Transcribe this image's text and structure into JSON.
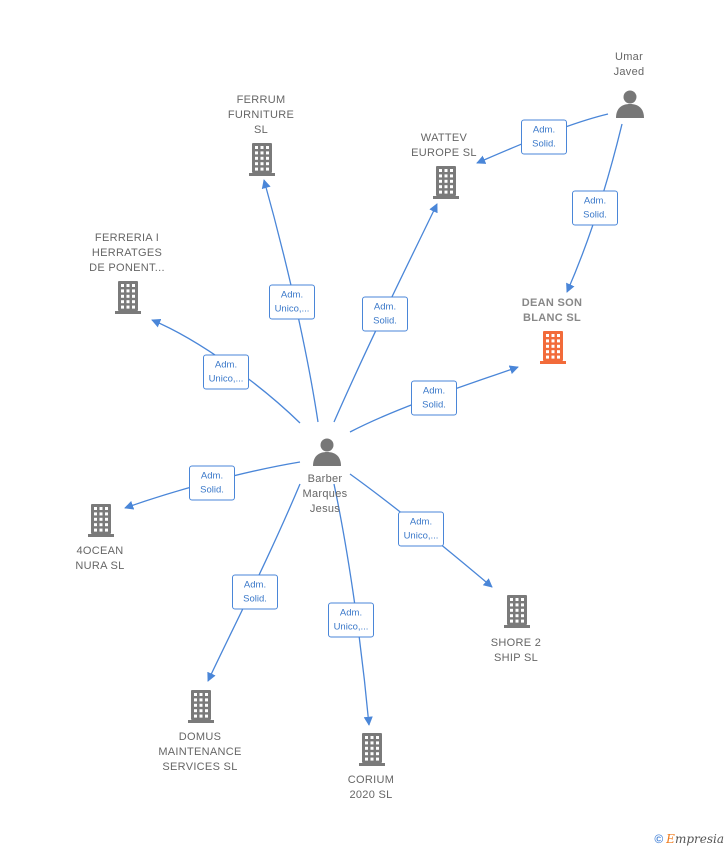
{
  "colors": {
    "edge": "#4a86d8",
    "building": "#7a7a7a",
    "building_highlight": "#f26b3a",
    "person": "#777777"
  },
  "nodes": [
    {
      "id": "barber",
      "type": "person",
      "label": "Barber\nMarques\nJesus",
      "icon": "person-icon"
    },
    {
      "id": "umar",
      "type": "person",
      "label": "Umar\nJaved",
      "icon": "person-icon"
    },
    {
      "id": "ferrum",
      "type": "company",
      "label": "FERRUM\nFURNITURE\nSL",
      "icon": "building-icon"
    },
    {
      "id": "wattev",
      "type": "company",
      "label": "WATTEV\nEUROPE  SL",
      "icon": "building-icon"
    },
    {
      "id": "ferreria",
      "type": "company",
      "label": "FERRERIA I\nHERRATGES\nDE PONENT...",
      "icon": "building-icon"
    },
    {
      "id": "dean",
      "type": "company",
      "label": "DEAN SON\nBLANC  SL",
      "icon": "building-icon",
      "highlight": true
    },
    {
      "id": "4ocean",
      "type": "company",
      "label": "4OCEAN\nNURA SL",
      "icon": "building-icon"
    },
    {
      "id": "shore",
      "type": "company",
      "label": "SHORE 2\nSHIP  SL",
      "icon": "building-icon"
    },
    {
      "id": "domus",
      "type": "company",
      "label": "DOMUS\nMAINTENANCE\nSERVICES  SL",
      "icon": "building-icon"
    },
    {
      "id": "corium",
      "type": "company",
      "label": "CORIUM\n2020  SL",
      "icon": "building-icon"
    }
  ],
  "edges": [
    {
      "from": "barber",
      "to": "ferrum",
      "role": [
        "Adm.",
        "Unico,..."
      ]
    },
    {
      "from": "barber",
      "to": "wattev",
      "role": [
        "Adm.",
        "Solid."
      ]
    },
    {
      "from": "barber",
      "to": "ferreria",
      "role": [
        "Adm.",
        "Unico,..."
      ]
    },
    {
      "from": "barber",
      "to": "dean",
      "role": [
        "Adm.",
        "Solid."
      ]
    },
    {
      "from": "barber",
      "to": "4ocean",
      "role": [
        "Adm.",
        "Solid."
      ]
    },
    {
      "from": "barber",
      "to": "shore",
      "role": [
        "Adm.",
        "Unico,..."
      ]
    },
    {
      "from": "barber",
      "to": "domus",
      "role": [
        "Adm.",
        "Solid."
      ]
    },
    {
      "from": "barber",
      "to": "corium",
      "role": [
        "Adm.",
        "Unico,..."
      ]
    },
    {
      "from": "umar",
      "to": "wattev",
      "role": [
        "Adm.",
        "Solid."
      ]
    },
    {
      "from": "umar",
      "to": "dean",
      "role": [
        "Adm.",
        "Solid."
      ]
    }
  ],
  "brand": {
    "copyright": "©",
    "name_first": "E",
    "name_rest": "mpresia"
  }
}
